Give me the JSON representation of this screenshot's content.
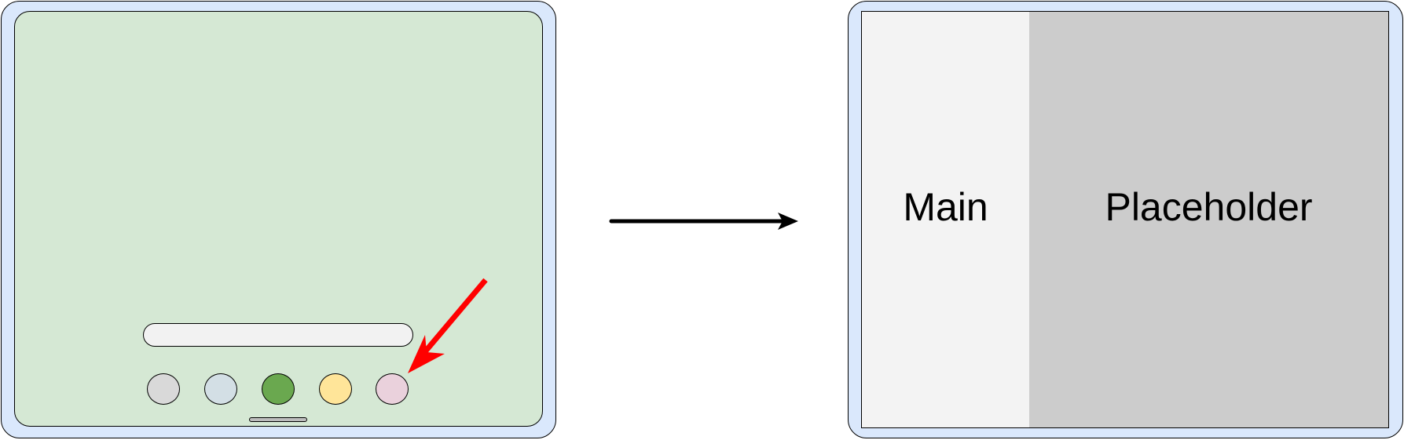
{
  "left_device": {
    "app_icons": [
      {
        "name": "app-icon-gray",
        "color": "#d9d9d9"
      },
      {
        "name": "app-icon-blue-gray",
        "color": "#d3dfe5"
      },
      {
        "name": "app-icon-green",
        "color": "#6aa84f"
      },
      {
        "name": "app-icon-yellow",
        "color": "#ffe599"
      },
      {
        "name": "app-icon-pink",
        "color": "#ead1dc"
      }
    ],
    "pointer_arrow_color": "#ff0000"
  },
  "right_device": {
    "main_label": "Main",
    "placeholder_label": "Placeholder"
  },
  "colors": {
    "device_frame": "#dae8fc",
    "home_screen": "#d5e8d4",
    "main_pane": "#f3f3f3",
    "placeholder_pane": "#cccccc"
  }
}
